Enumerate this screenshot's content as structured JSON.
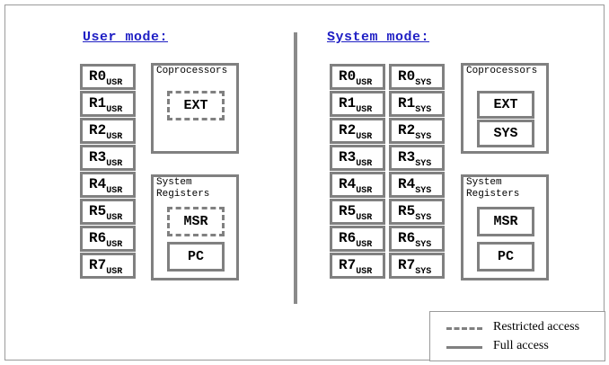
{
  "user_mode": {
    "heading": "User mode:",
    "registers": [
      {
        "name": "R0",
        "sub": "USR"
      },
      {
        "name": "R1",
        "sub": "USR"
      },
      {
        "name": "R2",
        "sub": "USR"
      },
      {
        "name": "R3",
        "sub": "USR"
      },
      {
        "name": "R4",
        "sub": "USR"
      },
      {
        "name": "R5",
        "sub": "USR"
      },
      {
        "name": "R6",
        "sub": "USR"
      },
      {
        "name": "R7",
        "sub": "USR"
      }
    ],
    "coprocessors": {
      "title": "Coprocessors",
      "items": [
        "EXT"
      ]
    },
    "system_registers": {
      "title_line1": "System",
      "title_line2": "Registers",
      "items": [
        "MSR",
        "PC"
      ]
    }
  },
  "system_mode": {
    "heading": "System mode:",
    "registers_usr": [
      {
        "name": "R0",
        "sub": "USR"
      },
      {
        "name": "R1",
        "sub": "USR"
      },
      {
        "name": "R2",
        "sub": "USR"
      },
      {
        "name": "R3",
        "sub": "USR"
      },
      {
        "name": "R4",
        "sub": "USR"
      },
      {
        "name": "R5",
        "sub": "USR"
      },
      {
        "name": "R6",
        "sub": "USR"
      },
      {
        "name": "R7",
        "sub": "USR"
      }
    ],
    "registers_sys": [
      {
        "name": "R0",
        "sub": "SYS"
      },
      {
        "name": "R1",
        "sub": "SYS"
      },
      {
        "name": "R2",
        "sub": "SYS"
      },
      {
        "name": "R3",
        "sub": "SYS"
      },
      {
        "name": "R4",
        "sub": "SYS"
      },
      {
        "name": "R5",
        "sub": "SYS"
      },
      {
        "name": "R6",
        "sub": "SYS"
      },
      {
        "name": "R7",
        "sub": "SYS"
      }
    ],
    "coprocessors": {
      "title": "Coprocessors",
      "items": [
        "EXT",
        "SYS"
      ]
    },
    "system_registers": {
      "title_line1": "System",
      "title_line2": "Registers",
      "items": [
        "MSR",
        "PC"
      ]
    }
  },
  "legend": {
    "restricted": "Restricted access",
    "full": "Full access"
  },
  "colors": {
    "heading": "#1f1fc4",
    "border": "#808080",
    "divider": "#8a8a8a"
  }
}
